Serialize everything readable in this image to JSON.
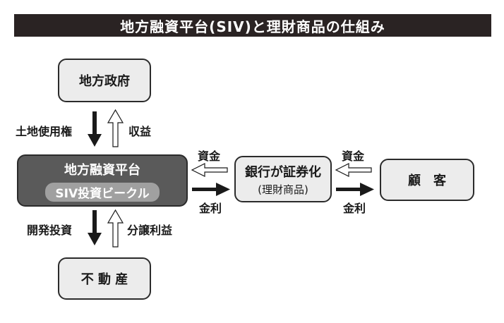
{
  "title": "地方融資平台(SIV)と理財商品の仕組み",
  "nodes": {
    "local_gov": "地方政府",
    "platform_main": "地方融資平台",
    "platform_sub": "SIV投資ビークル",
    "bank_main": "銀行が証券化",
    "bank_sub": "(理財商品)",
    "customer": "顧　客",
    "real_estate": "不 動 産"
  },
  "flows": {
    "land_use_rights": "土地使用権",
    "revenue": "収益",
    "development_investment": "開発投資",
    "sale_profit": "分譲利益",
    "funds_left": "資金",
    "interest_left": "金利",
    "funds_right": "資金",
    "interest_right": "金利"
  }
}
